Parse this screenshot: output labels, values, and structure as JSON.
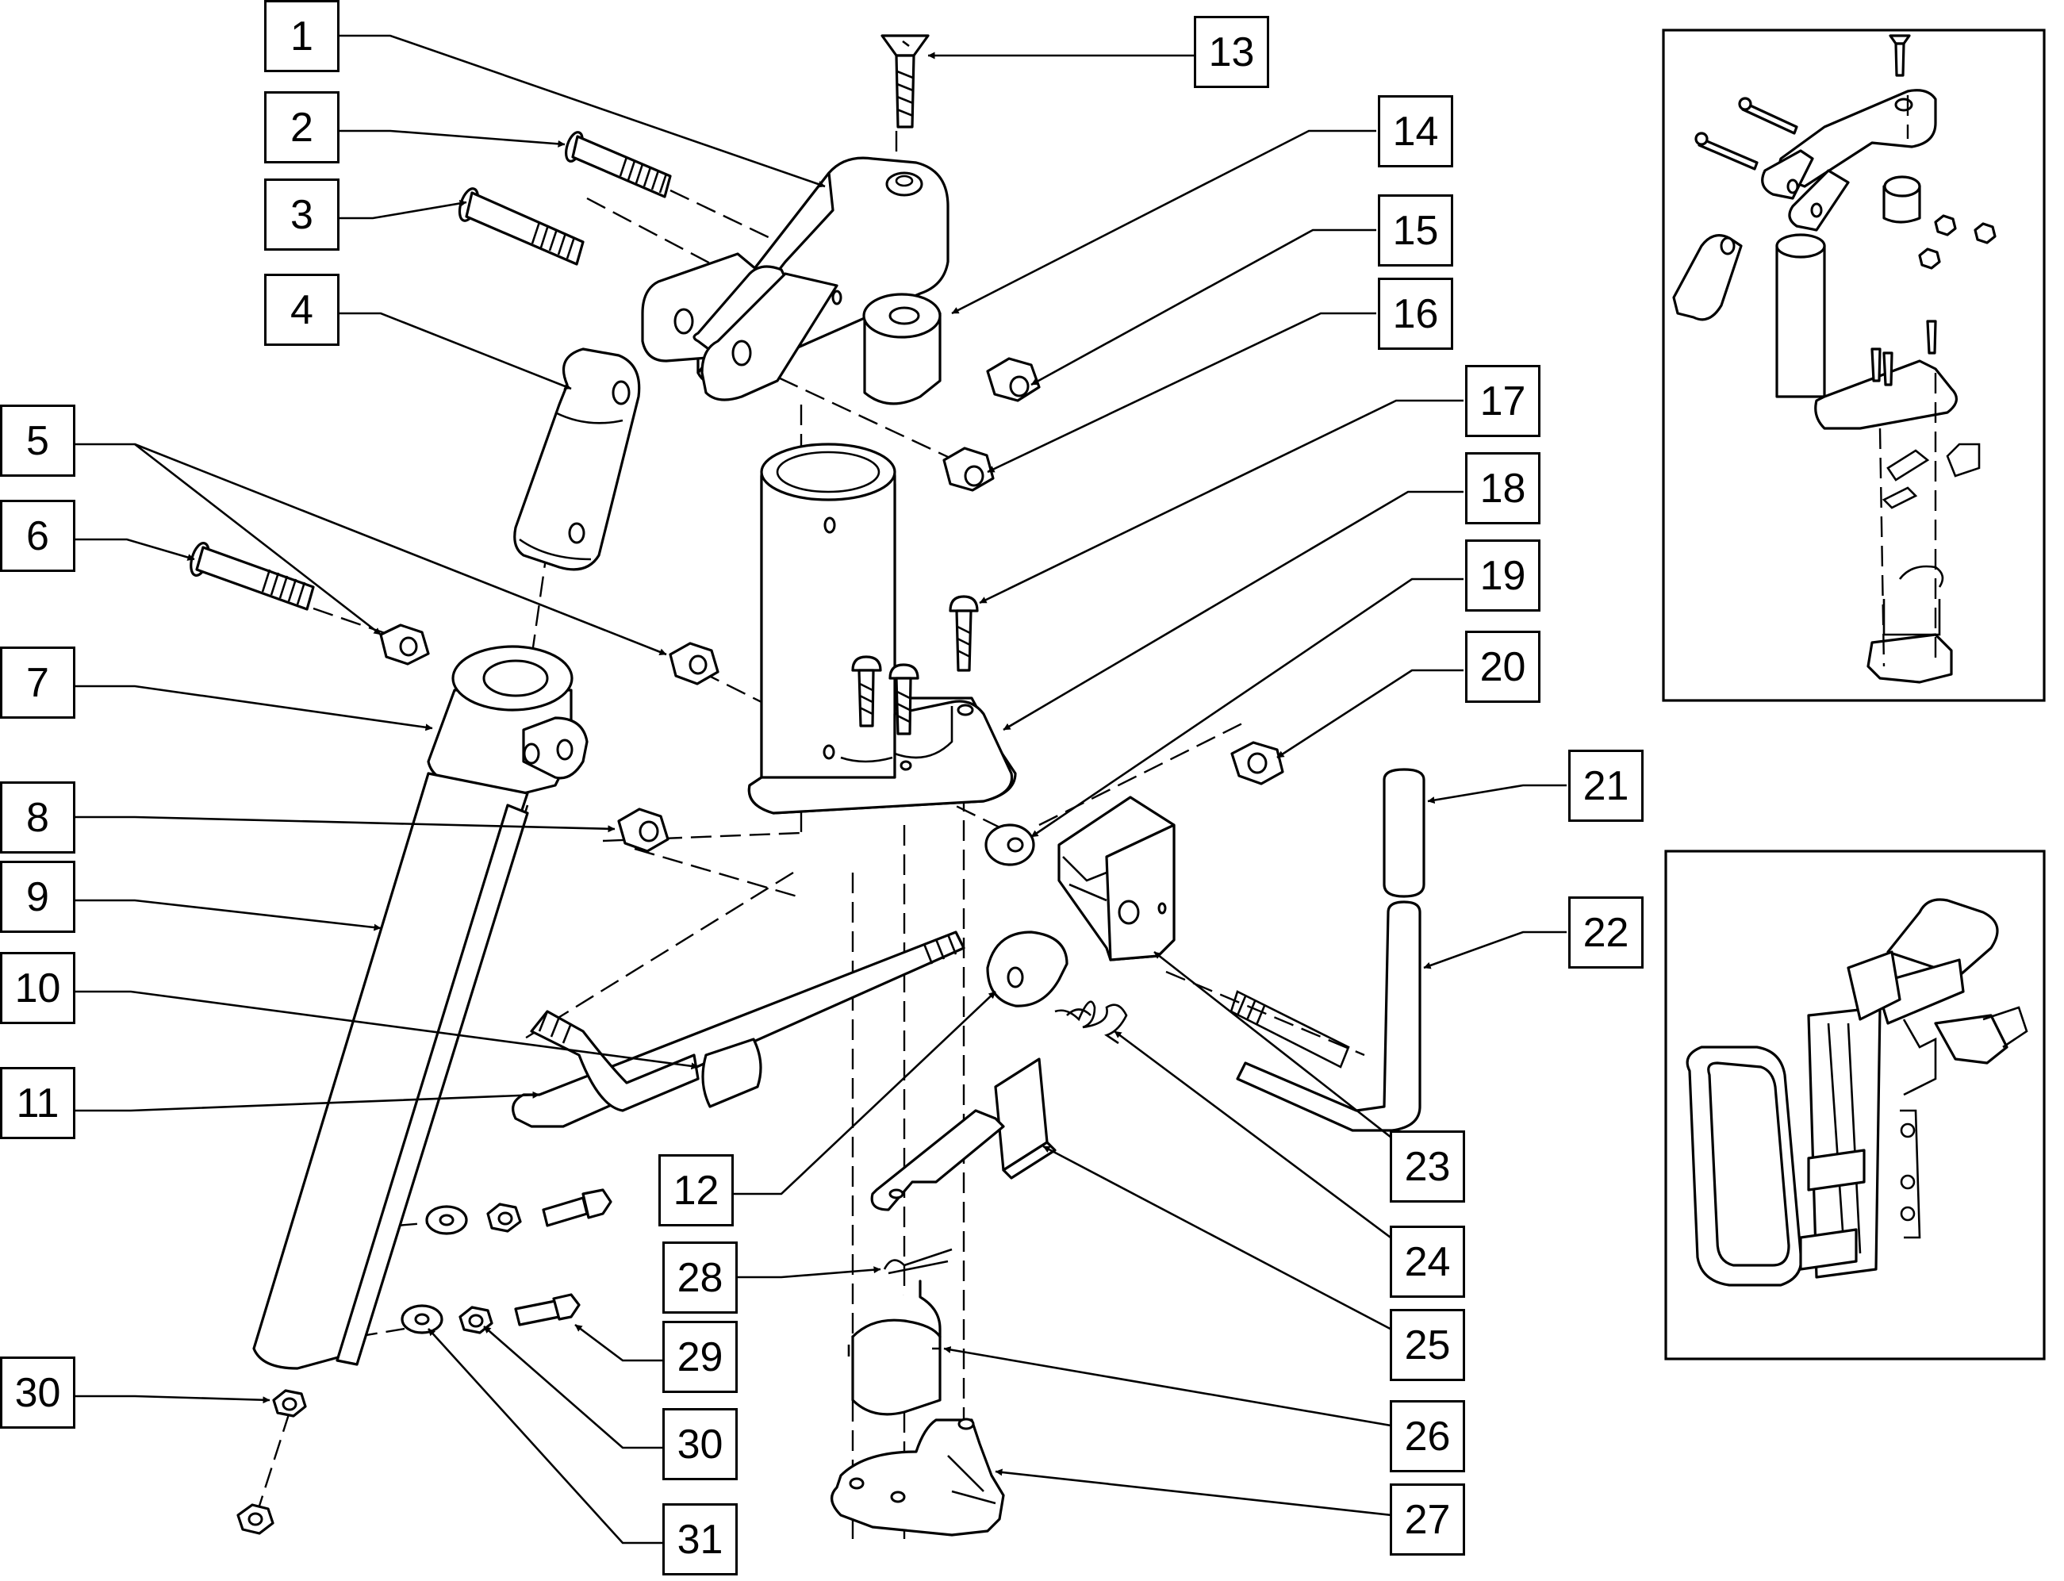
{
  "diagram": {
    "callouts": [
      {
        "label": "1"
      },
      {
        "label": "2"
      },
      {
        "label": "3"
      },
      {
        "label": "4"
      },
      {
        "label": "5"
      },
      {
        "label": "6"
      },
      {
        "label": "7"
      },
      {
        "label": "8"
      },
      {
        "label": "9"
      },
      {
        "label": "10"
      },
      {
        "label": "11"
      },
      {
        "label": "12"
      },
      {
        "label": "13"
      },
      {
        "label": "14"
      },
      {
        "label": "15"
      },
      {
        "label": "16"
      },
      {
        "label": "17"
      },
      {
        "label": "18"
      },
      {
        "label": "19"
      },
      {
        "label": "20"
      },
      {
        "label": "21"
      },
      {
        "label": "22"
      },
      {
        "label": "23"
      },
      {
        "label": "24"
      },
      {
        "label": "25"
      },
      {
        "label": "26"
      },
      {
        "label": "27"
      },
      {
        "label": "28"
      },
      {
        "label": "29"
      },
      {
        "label": "30"
      },
      {
        "label": "30"
      },
      {
        "label": "31"
      }
    ]
  }
}
